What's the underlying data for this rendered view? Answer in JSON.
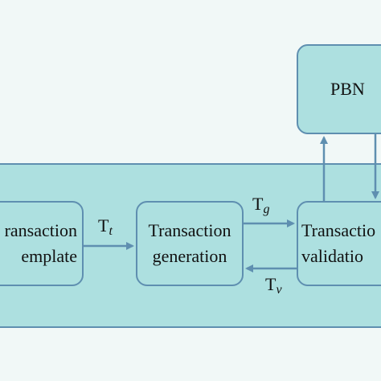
{
  "nodes": {
    "template": "ransaction\nemplate",
    "generation": "Transaction\ngeneration",
    "validation": "Transactio\nvalidatio",
    "pbn": "PBN"
  },
  "edges": {
    "t_t": {
      "main": "T",
      "sub": "t"
    },
    "t_g": {
      "main": "T",
      "sub": "g"
    },
    "t_v": {
      "main": "T",
      "sub": "v"
    }
  },
  "colors": {
    "background": "#f1f8f7",
    "fill": "#ade0e0",
    "stroke": "#5f8fb0"
  }
}
